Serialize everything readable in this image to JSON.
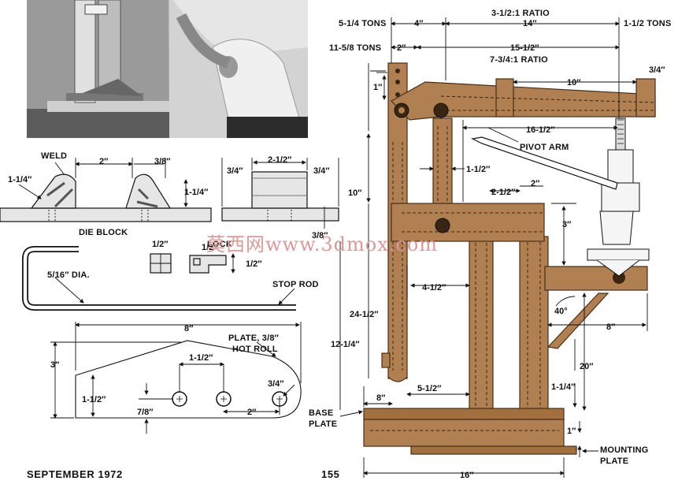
{
  "footer": {
    "date": "SEPTEMBER 1972",
    "page_number": "155"
  },
  "watermark": "莫西网www.3dmox.com",
  "photo": {
    "description_icon": "photo-icon"
  },
  "die_block": {
    "label": "DIE BLOCK",
    "weld": "WELD",
    "d_1_1_4": "1-1/4″",
    "d_2": "2″",
    "d_3_8": "3/8″",
    "d_1_1_4b": "1-1/4″",
    "d_2_1_2": "2-1/2″",
    "d_3_4a": "3/4″",
    "d_3_4b": "3/4″",
    "d_3_8b": "3/8″"
  },
  "lock": {
    "d_1_2a": "1/2″",
    "label": "LOCK",
    "d_1_2b": "1/2″",
    "d_1_2c": "1/2″"
  },
  "stop_rod": {
    "dia": "5/16″ DIA.",
    "label": "STOP ROD"
  },
  "plate": {
    "label1": "PLATE, 3/8″",
    "label2": "HOT ROLL",
    "d_8": "8″",
    "d_3": "3″",
    "d_1_1_2a": "1-1/2″",
    "d_1_1_2b": "1-1/2″",
    "d_3_4": "3/4″",
    "d_7_8": "7/8″",
    "d_2": "2″"
  },
  "press": {
    "tons_5_1_4": "5-1/4 TONS",
    "tons_11_5_8": "11-5/8 TONS",
    "tons_1_1_2": "1-1/2 TONS",
    "ratio_3_1_2": "3-1/2:1 RATIO",
    "ratio_7_3_4": "7-3/4:1 RATIO",
    "d_4": "4″",
    "d_14": "14″",
    "d_2": "2″",
    "d_15_1_2": "15-1/2″",
    "d_1": "1″",
    "d_10_top": "10″",
    "d_3_4": "3/4″",
    "d_16_1_2": "16-1/2″",
    "pivot_arm": "PIVOT ARM",
    "d_1_1_2": "1-1/2″",
    "d_2_1_2": "2-1/2″",
    "d_2b": "2″",
    "d_10_left": "10″",
    "d_3": "3″",
    "d_4_1_2": "4-1/2″",
    "d_24_1_2": "24-1/2″",
    "d_40deg": "40°",
    "d_8_right": "8″",
    "d_12_1_4": "12-1/4″",
    "d_20": "20″",
    "d_5_1_2": "5-1/2″",
    "d_1_1_4": "1-1/4″",
    "d_8_left": "8″",
    "base_plate_1": "BASE",
    "base_plate_2": "PLATE",
    "d_1b": "1″",
    "mounting_1": "MOUNTING",
    "mounting_2": "PLATE",
    "d_16": "16″"
  }
}
